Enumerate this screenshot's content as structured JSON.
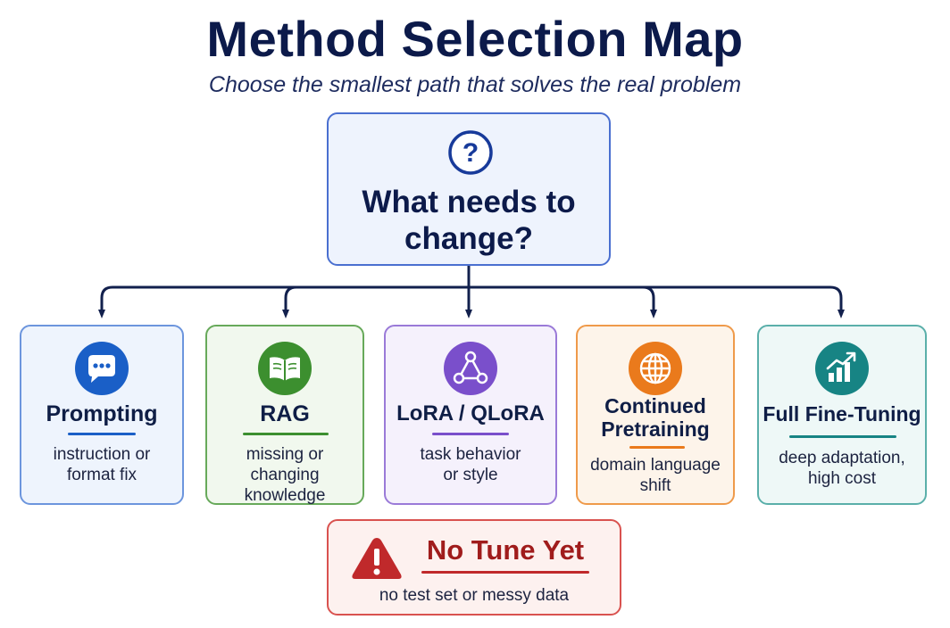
{
  "header": {
    "title": "Method Selection Map",
    "subtitle": "Choose the smallest path that solves the real problem"
  },
  "root": {
    "icon": "question-icon",
    "title": "What needs to change?"
  },
  "options": [
    {
      "id": "prompting",
      "icon": "chat-bubble-icon",
      "title": "Prompting",
      "description": "instruction or format fix",
      "accent": "#1a5fc7",
      "border": "#6c95dd",
      "fill": "#eef4fd"
    },
    {
      "id": "rag",
      "icon": "book-icon",
      "title": "RAG",
      "description": "missing or changing knowledge",
      "accent": "#3c8f2f",
      "border": "#67a95a",
      "fill": "#f1f8ee"
    },
    {
      "id": "lora",
      "icon": "network-icon",
      "title": "LoRA / QLoRA",
      "description": "task behavior or style",
      "accent": "#7a4fcb",
      "border": "#9a7ad8",
      "fill": "#f5f1fc"
    },
    {
      "id": "continued-pretraining",
      "icon": "globe-icon",
      "title": "Continued Pretraining",
      "description": "domain language shift",
      "accent": "#ea7a1c",
      "border": "#ef9a4a",
      "fill": "#fdf4ea"
    },
    {
      "id": "full-fine-tuning",
      "icon": "bar-chart-icon",
      "title": "Full Fine-Tuning",
      "description": "deep adaptation, high cost",
      "accent": "#178484",
      "border": "#5aafaa",
      "fill": "#eef8f7"
    }
  ],
  "warning": {
    "icon": "warning-icon",
    "title": "No Tune Yet",
    "description": "no test set or messy data",
    "accent": "#c0292b"
  }
}
